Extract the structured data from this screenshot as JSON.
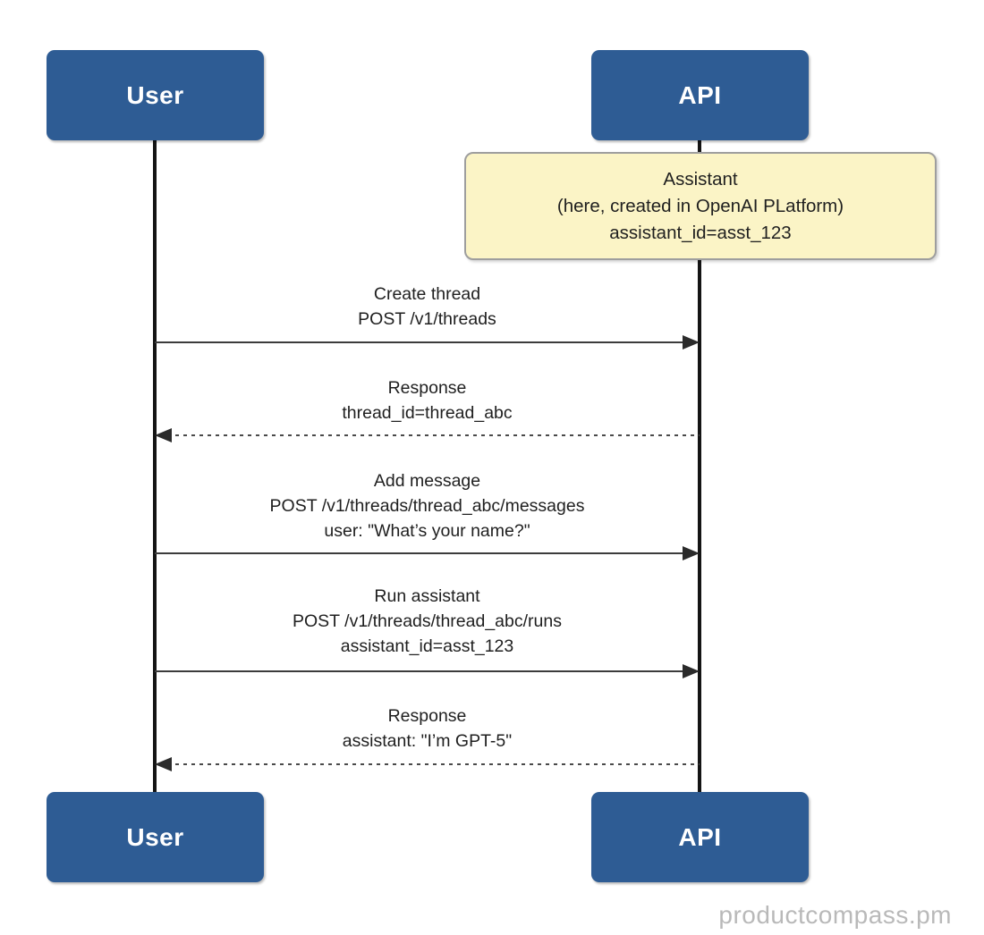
{
  "diagram": {
    "type": "sequence",
    "actors": {
      "left": {
        "label": "User"
      },
      "right": {
        "label": "API"
      }
    },
    "note": {
      "attached_to": "API",
      "lines": [
        "Assistant",
        "(here, created in OpenAI PLatform)",
        "assistant_id=asst_123"
      ]
    },
    "messages": [
      {
        "from": "User",
        "to": "API",
        "direction": "right",
        "line_style": "solid",
        "lines": [
          "Create thread",
          "POST /v1/threads"
        ]
      },
      {
        "from": "API",
        "to": "User",
        "direction": "left",
        "line_style": "dashed",
        "lines": [
          "Response",
          "thread_id=thread_abc"
        ]
      },
      {
        "from": "User",
        "to": "API",
        "direction": "right",
        "line_style": "solid",
        "lines": [
          "Add message",
          "POST /v1/threads/thread_abc/messages",
          "user: \"What’s your name?\""
        ]
      },
      {
        "from": "User",
        "to": "API",
        "direction": "right",
        "line_style": "solid",
        "lines": [
          "Run assistant",
          "POST /v1/threads/thread_abc/runs",
          "assistant_id=asst_123"
        ]
      },
      {
        "from": "API",
        "to": "User",
        "direction": "left",
        "line_style": "dashed",
        "lines": [
          "Response",
          "assistant: \"I’m GPT-5\""
        ]
      }
    ],
    "watermark": "productcompass.pm",
    "colors": {
      "actor_fill": "#2e5c94",
      "actor_text": "#ffffff",
      "note_fill": "#fbf4c6",
      "note_border": "#9e9e9e",
      "lifeline": "#141414",
      "arrow": "#3c3c3c",
      "message_text": "#1f1f1f",
      "watermark": "#b9b9b9"
    }
  }
}
